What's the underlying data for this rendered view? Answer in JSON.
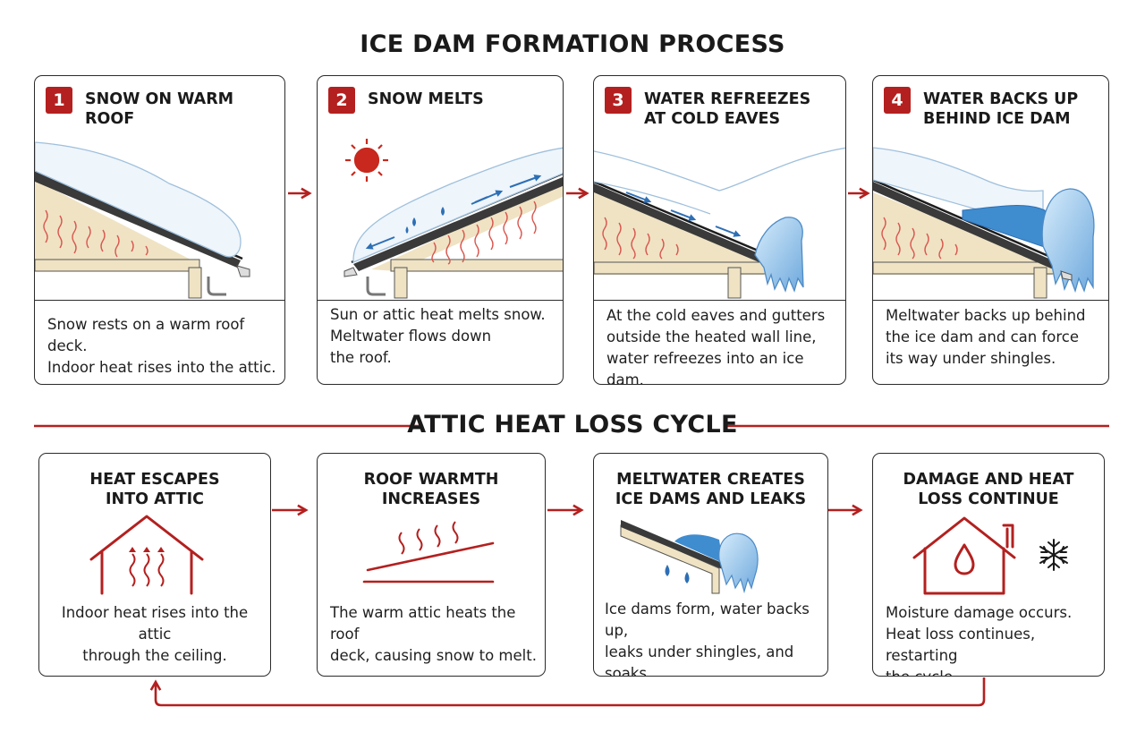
{
  "main_title": "ICE DAM FORMATION PROCESS",
  "cycle_title": "ATTIC HEAT LOSS CYCLE",
  "steps": [
    {
      "number": "1",
      "title": "SNOW ON WARM ROOF",
      "description": "Snow rests on a warm roof deck.\nIndoor heat rises into the attic."
    },
    {
      "number": "2",
      "title": "SNOW MELTS",
      "description": "Sun or attic heat melts snow.\nMeltwater flows down\nthe roof."
    },
    {
      "number": "3",
      "title": "WATER REFREEZES\nAT COLD EAVES",
      "description": "At the cold eaves and gutters\noutside the heated wall line,\nwater refreezes into an ice dam."
    },
    {
      "number": "4",
      "title": "WATER BACKS UP\nBEHIND ICE DAM",
      "description": "Meltwater backs up behind\nthe ice dam and can force\nits way under shingles."
    }
  ],
  "cycle": [
    {
      "title": "HEAT ESCAPES\nINTO ATTIC",
      "description": "Indoor heat rises into the attic\nthrough the ceiling.",
      "icon": "house-heat-icon"
    },
    {
      "title": "ROOF WARMTH\nINCREASES",
      "description": "The warm attic heats the roof\ndeck, causing snow to melt.",
      "icon": "warm-roof-icon"
    },
    {
      "title": "MELTWATER CREATES\nICE DAMS AND LEAKS",
      "description": "Ice dams form, water backs up,\nleaks under shingles, and soaks\nthe roof deck and ceilings.",
      "icon": "ice-dam-leak-icon"
    },
    {
      "title": "DAMAGE AND HEAT\nLOSS CONTINUE",
      "description": "Moisture damage occurs.\nHeat loss continues, restarting\nthe cycle.",
      "icon": "house-moisture-icon"
    }
  ],
  "colors": {
    "accent": "#b3201f",
    "ice": "#8fc3ea",
    "water": "#2d6fb5",
    "snow": "#eef5fb",
    "wood": "#efe3c4"
  }
}
